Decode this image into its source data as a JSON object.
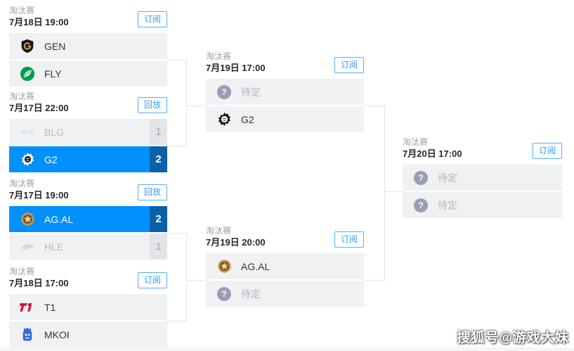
{
  "labels": {
    "watermark": "搜狐号@游戏大妹"
  },
  "colors": {
    "accent_blue": "#2b9cff",
    "win_row_bg": "#0090ff",
    "win_score_bg": "#0b61a9",
    "row_bg": "#eff1f3",
    "lose_score_bg": "#e2e4e7",
    "connector_line": "#e3e4e6",
    "tbd_icon_bg": "#9b9db8"
  },
  "matches": [
    {
      "stage": "淘汰赛",
      "date": "7月18日 19:00",
      "action": "订阅",
      "team1": {
        "name": "GEN",
        "icon": "gen-logo"
      },
      "team2": {
        "name": "FLY",
        "icon": "fly-logo"
      }
    },
    {
      "stage": "淘汰赛",
      "date": "7月17日 22:00",
      "action": "回放",
      "team1": {
        "name": "BLG",
        "icon": "blg-logo",
        "score": "1",
        "state": "lose"
      },
      "team2": {
        "name": "G2",
        "icon": "g2-logo",
        "score": "2",
        "state": "win"
      }
    },
    {
      "stage": "淘汰赛",
      "date": "7月17日 19:00",
      "action": "回放",
      "team1": {
        "name": "AG.AL",
        "icon": "agal-logo",
        "score": "2",
        "state": "win"
      },
      "team2": {
        "name": "HLE",
        "icon": "hle-logo",
        "score": "1",
        "state": "lose"
      }
    },
    {
      "stage": "淘汰赛",
      "date": "7月18日 17:00",
      "action": "订阅",
      "team1": {
        "name": "T1",
        "icon": "t1-logo"
      },
      "team2": {
        "name": "MKOI",
        "icon": "mkoi-logo"
      }
    },
    {
      "stage": "淘汰赛",
      "date": "7月19日 17:00",
      "action": "订阅",
      "team1": {
        "name": "待定",
        "icon": "tbd-question"
      },
      "team2": {
        "name": "G2",
        "icon": "g2-logo"
      }
    },
    {
      "stage": "淘汰赛",
      "date": "7月19日 20:00",
      "action": "订阅",
      "team1": {
        "name": "AG.AL",
        "icon": "agal-logo"
      },
      "team2": {
        "name": "待定",
        "icon": "tbd-question"
      }
    },
    {
      "stage": "淘汰赛",
      "date": "7月20日 17:00",
      "action": "订阅",
      "team1": {
        "name": "待定",
        "icon": "tbd-question"
      },
      "team2": {
        "name": "待定",
        "icon": "tbd-question"
      }
    }
  ]
}
